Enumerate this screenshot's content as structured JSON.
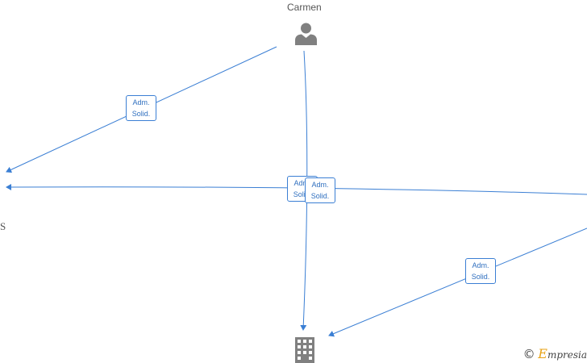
{
  "nodes": {
    "person": {
      "label": "Carmen",
      "icon": "person-icon"
    },
    "left_partial": {
      "label": "S"
    },
    "company": {
      "icon": "building-icon"
    }
  },
  "edges": [
    {
      "label_line1": "Adm.",
      "label_line2": "Solid."
    },
    {
      "label_line1": "Adm.",
      "label_line2": "Solid."
    },
    {
      "label_line1": "Adm.",
      "label_line2": "Solid."
    },
    {
      "label_line1": "Adm.",
      "label_line2": "Solid."
    }
  ],
  "brand": {
    "copyright": "©",
    "first_letter": "E",
    "rest": "mpresia"
  },
  "colors": {
    "edge": "#3b7fd4",
    "icon": "#808080",
    "brand_accent": "#e8a317"
  }
}
